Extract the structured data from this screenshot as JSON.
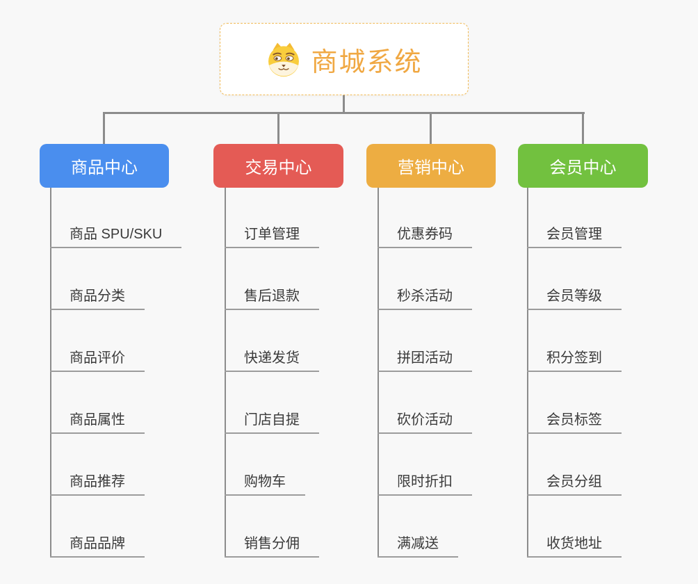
{
  "root": {
    "title": "商城系统",
    "accent_color": "#f0a843",
    "border_color": "#f1ba55",
    "icon": "doge-icon"
  },
  "connector_color": "#8c8c8c",
  "background_color": "#f8f8f8",
  "branches": [
    {
      "label": "商品中心",
      "color": "#4a8eee",
      "children": [
        "商品 SPU/SKU",
        "商品分类",
        "商品评价",
        "商品属性",
        "商品推荐",
        "商品品牌"
      ]
    },
    {
      "label": "交易中心",
      "color": "#e45b55",
      "children": [
        "订单管理",
        "售后退款",
        "快递发货",
        "门店自提",
        "购物车",
        "销售分佣"
      ]
    },
    {
      "label": "营销中心",
      "color": "#edad42",
      "children": [
        "优惠券码",
        "秒杀活动",
        "拼团活动",
        "砍价活动",
        "限时折扣",
        "满减送"
      ]
    },
    {
      "label": "会员中心",
      "color": "#72c13f",
      "children": [
        "会员管理",
        "会员等级",
        "积分签到",
        "会员标签",
        "会员分组",
        "收货地址"
      ]
    }
  ]
}
